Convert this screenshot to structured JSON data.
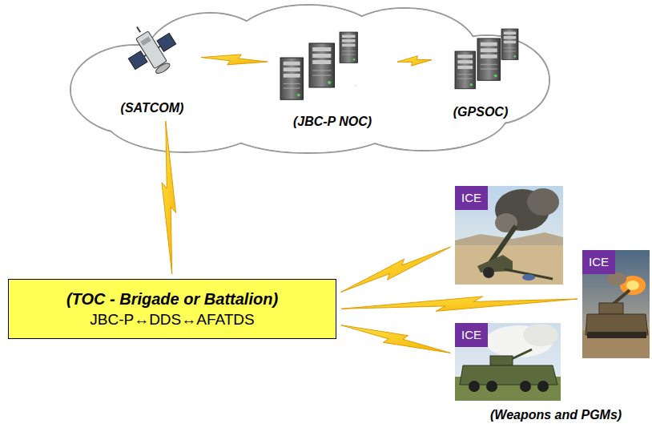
{
  "diagram": {
    "nodes": [
      {
        "text": [
          "(SATCOM)"
        ]
      },
      {
        "text": [
          "(JBC-P NOC)"
        ]
      },
      {
        "text": [
          "(GPSOC)"
        ]
      },
      {
        "text": [
          "(TOC - Brigade or Battalion)",
          "JBC-P↔DDS↔AFATDS"
        ]
      },
      {
        "text": [
          "ICE"
        ]
      },
      {
        "text": [
          "ICE"
        ]
      },
      {
        "text": [
          "ICE"
        ]
      }
    ],
    "edges": [
      {
        "from": 0,
        "to": 1,
        "arrow": "none"
      },
      {
        "from": 1,
        "to": 2,
        "arrow": "none"
      },
      {
        "from": 0,
        "to": 3,
        "arrow": "none"
      },
      {
        "from": 3,
        "to": 4,
        "arrow": "none"
      },
      {
        "from": 3,
        "to": 5,
        "arrow": "none"
      },
      {
        "from": 3,
        "to": 6,
        "arrow": "none"
      }
    ],
    "labels": [
      "(Weapons and PGMs)"
    ]
  }
}
